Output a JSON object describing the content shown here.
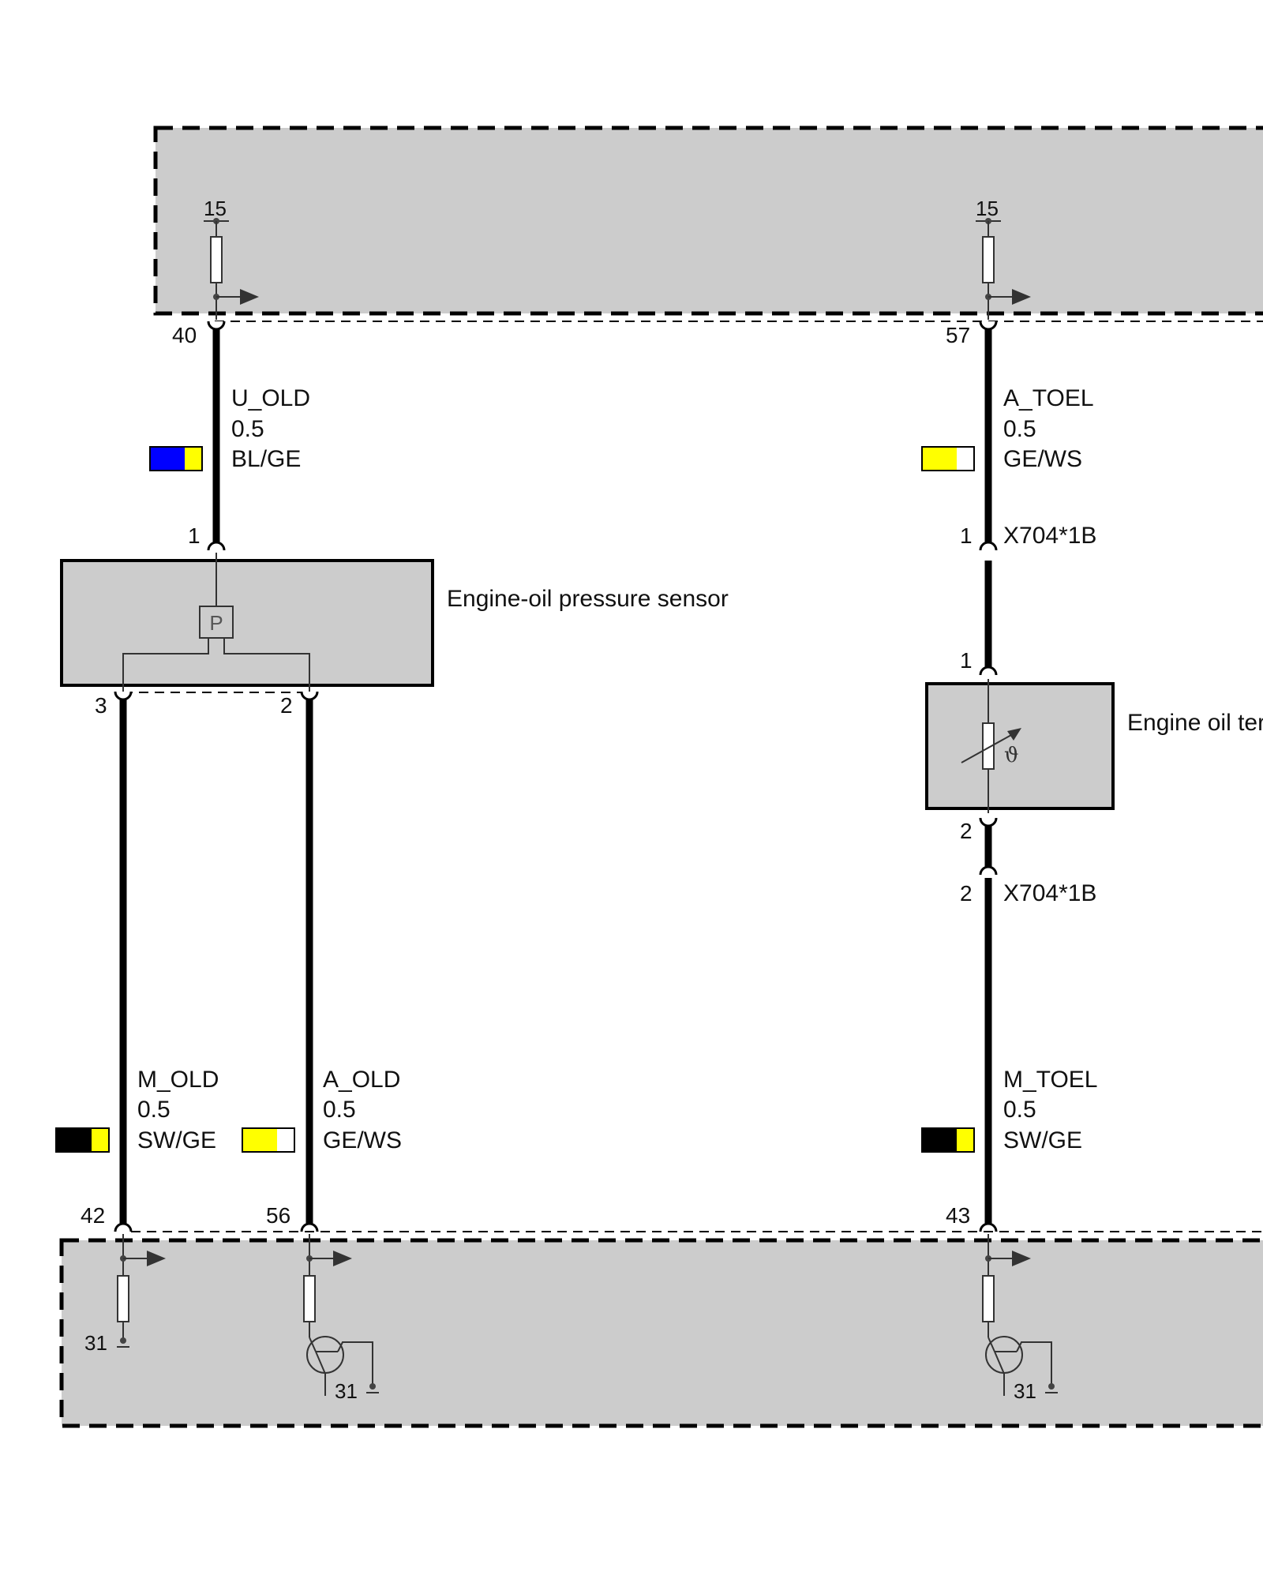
{
  "colors": {
    "BL": "#0000ff",
    "GE": "#ffff00",
    "WS": "#ffffff",
    "SW": "#000000",
    "module_fill": "#cccccc"
  },
  "top_module": {
    "supply_left": "15",
    "supply_right": "15",
    "pin_left": "40",
    "pin_right": "57"
  },
  "wires": {
    "u_old": {
      "signal": "U_OLD",
      "size": "0.5",
      "color": "BL/GE"
    },
    "a_toel": {
      "signal": "A_TOEL",
      "size": "0.5",
      "color": "GE/WS"
    },
    "m_old": {
      "signal": "M_OLD",
      "size": "0.5",
      "color": "SW/GE"
    },
    "a_old": {
      "signal": "A_OLD",
      "size": "0.5",
      "color": "GE/WS"
    },
    "m_toel": {
      "signal": "M_TOEL",
      "size": "0.5",
      "color": "SW/GE"
    }
  },
  "pressure_sensor": {
    "name": "Engine-oil pressure sensor",
    "symbol": "P",
    "pin_top": "1",
    "pin_left": "3",
    "pin_right": "2"
  },
  "temp_sensor": {
    "name": "Engine oil ter",
    "symbol": "ϑ",
    "pin_top": "1",
    "pin_bottom": "2"
  },
  "connector_x704": {
    "label_upper": "X704*1B",
    "pin_upper": "1",
    "label_lower": "X704*1B",
    "pin_lower": "2"
  },
  "bottom_module": {
    "pin_m_old": "42",
    "pin_a_old": "56",
    "pin_m_toel": "43",
    "ground_left": "31",
    "ground_mid": "31",
    "ground_right": "31"
  }
}
